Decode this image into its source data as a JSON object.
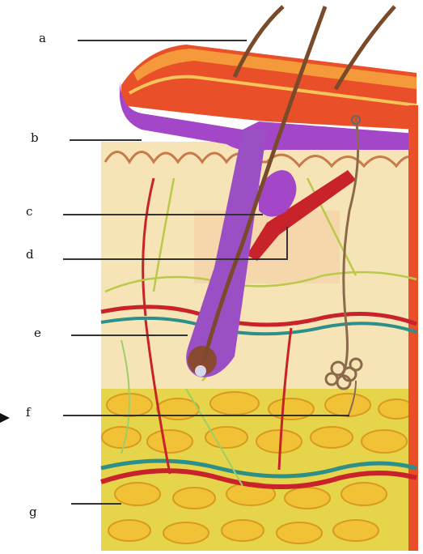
{
  "labels": {
    "a": "a",
    "b": "b",
    "c": "c",
    "d": "d",
    "e": "e",
    "f": "f",
    "g": "g"
  },
  "colors": {
    "epidermis": "#e94f28",
    "epidermis_top": "#f59a3a",
    "basal": "#a347c8",
    "dermis": "#f6e4b6",
    "fat": "#f2c236",
    "fat_bg": "#e6d54a",
    "hair": "#7a4b2a",
    "follicle": "#9b4fc4",
    "artery": "#c8222a",
    "vein": "#2c8f8a",
    "nerve": "#b9c94a",
    "leader": "#333333"
  }
}
